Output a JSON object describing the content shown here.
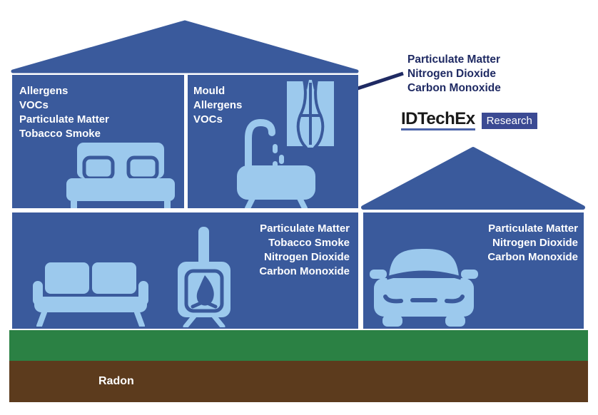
{
  "title": "Sources of indoor air pollution diagram",
  "colors": {
    "wall_blue": "#3A5A9C",
    "icon_light_blue": "#9CC9ED",
    "navy_accent": "#1F2A63",
    "grass_green": "#2B8144",
    "soil_brown": "#5C3B1D",
    "logo_box_blue": "#3B4A93",
    "logo_text_black": "#1A1A1A",
    "text_white": "#FFFFFF"
  },
  "logo": {
    "brand": "IDTechEx",
    "suffix": "Research"
  },
  "rooms": {
    "bedroom": {
      "icon": "bed-icon",
      "pollutants": [
        "Allergens",
        "VOCs",
        "Particulate Matter",
        "Tobacco Smoke"
      ]
    },
    "bathroom": {
      "icons": [
        "bathtub-icon",
        "window-curtains-icon"
      ],
      "pollutants": [
        "Mould",
        "Allergens",
        "VOCs"
      ]
    },
    "living_room": {
      "icons": [
        "sofa-icon",
        "wood-stove-icon"
      ],
      "pollutants": [
        "Particulate Matter",
        "Tobacco Smoke",
        "Nitrogen Dioxide",
        "Carbon Monoxide"
      ]
    },
    "garage": {
      "icon": "car-icon",
      "pollutants": [
        "Particulate Matter",
        "Nitrogen Dioxide",
        "Carbon Monoxide"
      ]
    }
  },
  "outdoor_callout": {
    "pollutants": [
      "Particulate Matter",
      "Nitrogen Dioxide",
      "Carbon Monoxide"
    ]
  },
  "ground": {
    "radon_label": "Radon"
  }
}
